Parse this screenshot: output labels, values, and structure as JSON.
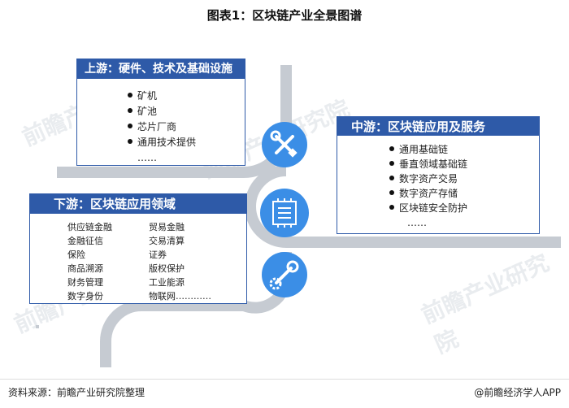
{
  "title": "图表1：区块链产业全景图谱",
  "upstream": {
    "heading": "上游：硬件、技术及基础设施",
    "items": [
      "矿机",
      "矿池",
      "芯片厂商",
      "通用技术提供",
      "……"
    ]
  },
  "midstream": {
    "heading": "中游：区块链应用及服务",
    "items": [
      "通用基础链",
      "垂直领域基础链",
      "数字资产交易",
      "数字资产存储",
      "区块链安全防护",
      "……"
    ]
  },
  "downstream": {
    "heading": "下游：区块链应用领域",
    "items": [
      "供应链金融",
      "贸易金融",
      "金融征信",
      "交易清算",
      "保险",
      "证券",
      "商品溯源",
      "版权保护",
      "财务管理",
      "工业能源",
      "数字身份",
      "物联网…………"
    ]
  },
  "icons": [
    "tools-icon",
    "circuit-board-icon",
    "wrench-gear-icon"
  ],
  "watermark": "前瞻产业研究院",
  "footer": {
    "source": "资料来源：前瞻产业研究院整理",
    "brand": "@前瞻经济学人APP"
  },
  "colors": {
    "primary": "#2e5aa8",
    "road": "#c8cdd3",
    "icon": "#3b8ee6"
  }
}
